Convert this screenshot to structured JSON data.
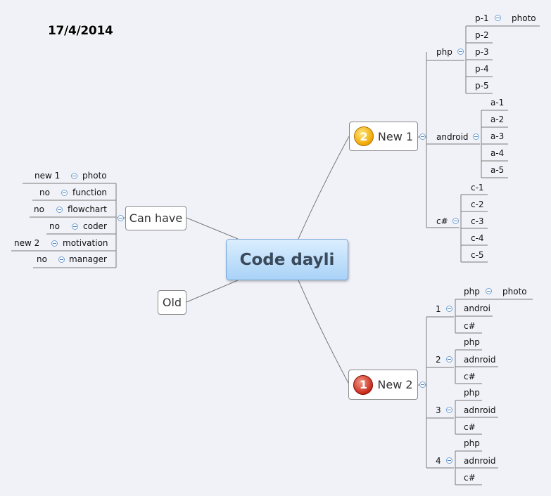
{
  "date": "17/4/2014",
  "central": "Code dayli",
  "left": {
    "can_have": {
      "label": "Can have",
      "rows": [
        {
          "a": "new 1",
          "b": "photo"
        },
        {
          "a": "no",
          "b": "function"
        },
        {
          "a": "no",
          "b": "flowchart"
        },
        {
          "a": "no",
          "b": "coder"
        },
        {
          "a": "new 2",
          "b": "motivation"
        },
        {
          "a": "no",
          "b": "manager"
        }
      ]
    },
    "old": "Old"
  },
  "new1": {
    "label": "New 1",
    "badge": "2",
    "php": {
      "label": "php",
      "items": [
        "p-1",
        "p-2",
        "p-3",
        "p-4",
        "p-5"
      ],
      "p1_child": "photo"
    },
    "android": {
      "label": "android",
      "items": [
        "a-1",
        "a-2",
        "a-3",
        "a-4",
        "a-5"
      ]
    },
    "csharp": {
      "label": "c#",
      "items": [
        "c-1",
        "c-2",
        "c-3",
        "c-4",
        "c-5"
      ]
    }
  },
  "new2": {
    "label": "New 2",
    "badge": "1",
    "groups": [
      {
        "label": "1",
        "items": [
          "php",
          "androi",
          "c#"
        ],
        "first_child": "photo"
      },
      {
        "label": "2",
        "items": [
          "php",
          "adnroid",
          "c#"
        ]
      },
      {
        "label": "3",
        "items": [
          "php",
          "adnroid",
          "c#"
        ]
      },
      {
        "label": "4",
        "items": [
          "php",
          "adnroid",
          "c#"
        ]
      }
    ]
  }
}
